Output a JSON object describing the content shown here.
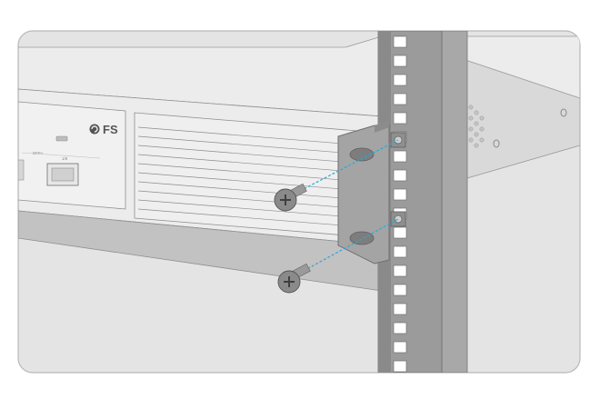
{
  "illustration": {
    "brand_label": "FS",
    "port_label_small": "SFP+",
    "port_label_tag": "1/8"
  },
  "colors": {
    "frame_border": "#b9b9b9",
    "background": "#e3e3e3",
    "device_body": "#e9e9e9",
    "device_shelf": "#bdbdbd",
    "rack_post": "#8f8f8f",
    "rack_post_dark": "#6f6f6f",
    "rack_hole": "#ffffff",
    "bracket": "#9e9e9e",
    "screw": "#8a8a8a",
    "guide_line": "#2aa9d6",
    "brand_text": "#555555"
  }
}
